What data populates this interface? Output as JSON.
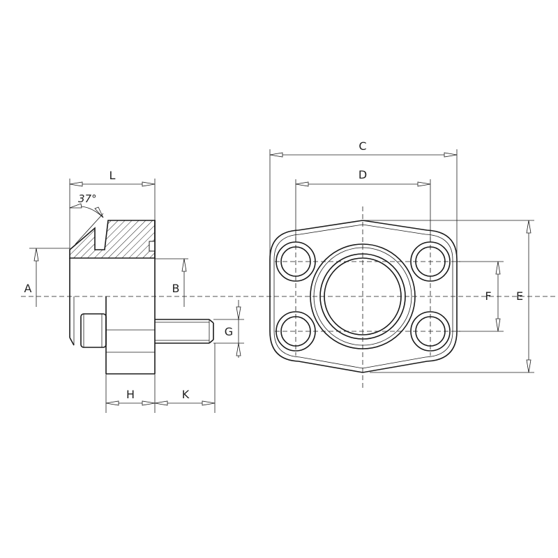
{
  "dimensions": {
    "A": "A",
    "B": "B",
    "C": "C",
    "D": "D",
    "E": "E",
    "F": "F",
    "G": "G",
    "H": "H",
    "K": "K",
    "L": "L"
  },
  "angle_label": "37°"
}
